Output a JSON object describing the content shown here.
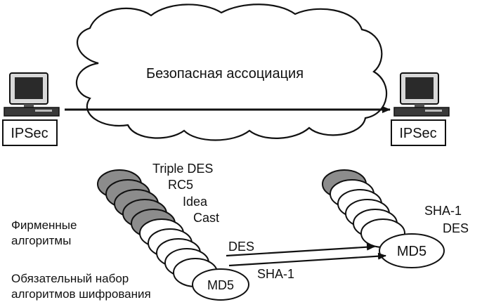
{
  "cloud": {
    "label": "Безопасная ассоциация"
  },
  "left_host": {
    "label": "IPSec"
  },
  "right_host": {
    "label": "IPSec"
  },
  "left_stack": {
    "proprietary_algorithms": [
      "Triple DES",
      "RC5",
      "Idea",
      "Cast"
    ],
    "mandatory_algorithms": [
      "DES",
      "SHA-1"
    ],
    "front_label": "MD5"
  },
  "right_stack": {
    "labels": [
      "SHA-1",
      "DES"
    ],
    "front_label": "MD5"
  },
  "captions": {
    "proprietary_line1": "Фирменные",
    "proprietary_line2": "алгоритмы",
    "mandatory_line1": "Обязательный набор",
    "mandatory_line2": "алгоритмов шифрования"
  },
  "colors": {
    "proprietary_fill": "#8c8c8c",
    "standard_fill": "#ffffff",
    "ink": "#111111"
  }
}
